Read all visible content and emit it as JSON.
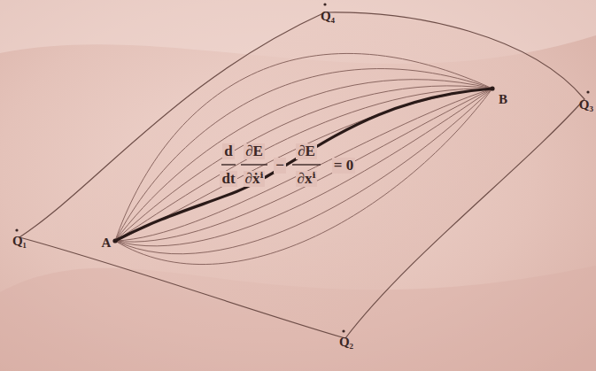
{
  "diagram": {
    "labels": [
      "Q₄",
      "Q₃",
      "B",
      "d",
      "∂E",
      "∂E",
      "−",
      "= 0",
      "dt",
      "∂ẋⁱ",
      "∂xⁱ",
      "Q₁",
      "A",
      "Q₂"
    ]
  }
}
